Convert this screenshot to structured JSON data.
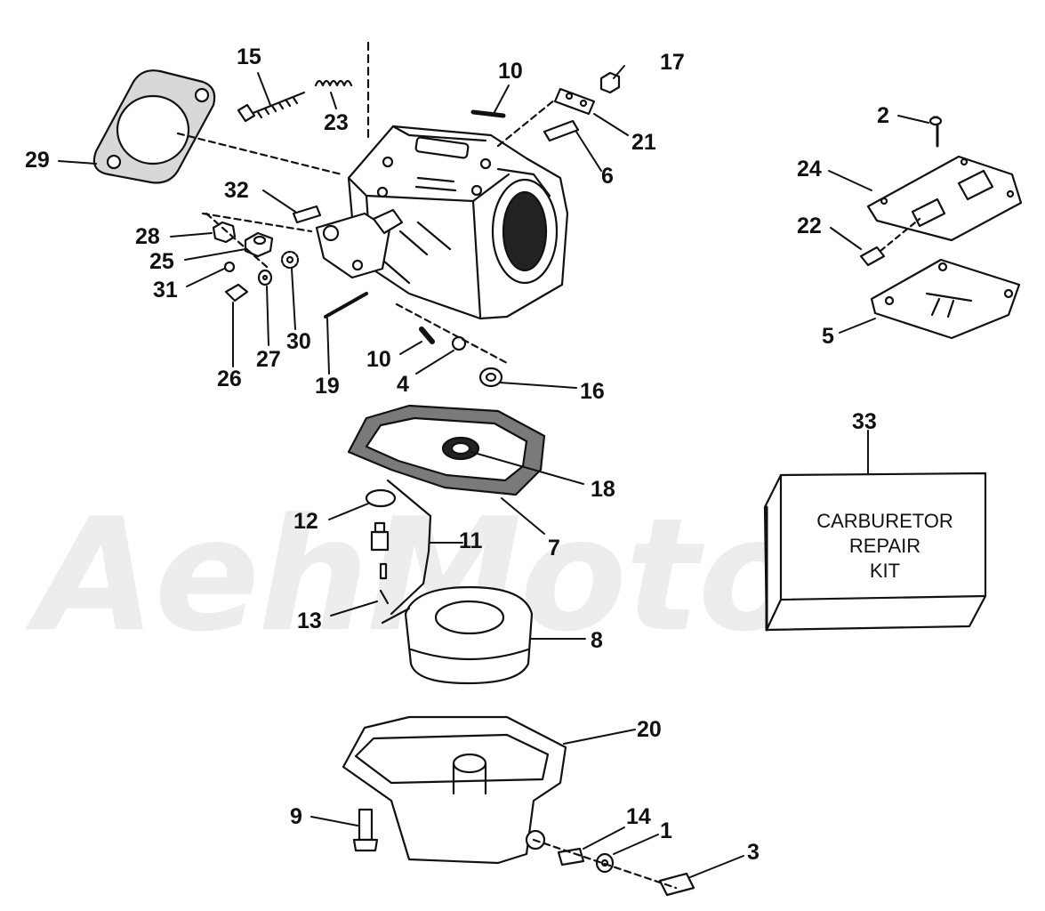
{
  "watermark": {
    "text": "AehMoto",
    "color": "#ededed"
  },
  "kit": {
    "lines": [
      "CARBURETOR",
      "REPAIR",
      "KIT"
    ]
  },
  "callouts": {
    "n1": "1",
    "n2": "2",
    "n3": "3",
    "n4": "4",
    "n5": "5",
    "n6": "6",
    "n7": "7",
    "n8": "8",
    "n9": "9",
    "n10a": "10",
    "n10b": "10",
    "n11": "11",
    "n12": "12",
    "n13": "13",
    "n14": "14",
    "n15": "15",
    "n16": "16",
    "n17": "17",
    "n18": "18",
    "n19": "19",
    "n20": "20",
    "n21": "21",
    "n22": "22",
    "n23": "23",
    "n24": "24",
    "n25": "25",
    "n26": "26",
    "n27": "27",
    "n28": "28",
    "n29": "29",
    "n30": "30",
    "n31": "31",
    "n32": "32",
    "n33": "33"
  },
  "colors": {
    "ink": "#111111",
    "gasket_fill": "#7a7a7a",
    "paper": "#ffffff"
  }
}
